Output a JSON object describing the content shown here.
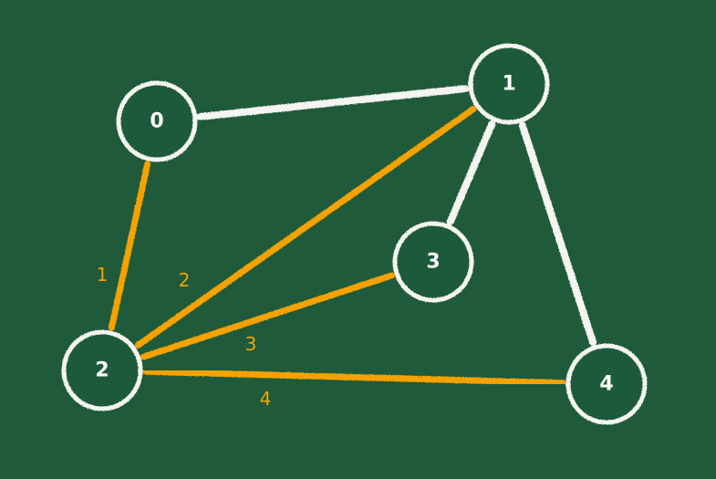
{
  "colors": {
    "board": "#1f5a3a",
    "chalk": "#f4f4f0",
    "highlight": "#f5a200"
  },
  "nodes": [
    {
      "id": "0",
      "label": "0"
    },
    {
      "id": "1",
      "label": "1"
    },
    {
      "id": "2",
      "label": "2"
    },
    {
      "id": "3",
      "label": "3"
    },
    {
      "id": "4",
      "label": "4"
    }
  ],
  "edges": [
    {
      "from": "0",
      "to": "1",
      "highlighted": false
    },
    {
      "from": "1",
      "to": "3",
      "highlighted": false
    },
    {
      "from": "1",
      "to": "4",
      "highlighted": false
    },
    {
      "from": "0",
      "to": "2",
      "highlighted": true,
      "label": "1"
    },
    {
      "from": "2",
      "to": "1",
      "highlighted": true,
      "label": "2"
    },
    {
      "from": "2",
      "to": "3",
      "highlighted": true,
      "label": "3"
    },
    {
      "from": "2",
      "to": "4",
      "highlighted": true,
      "label": "4"
    }
  ]
}
